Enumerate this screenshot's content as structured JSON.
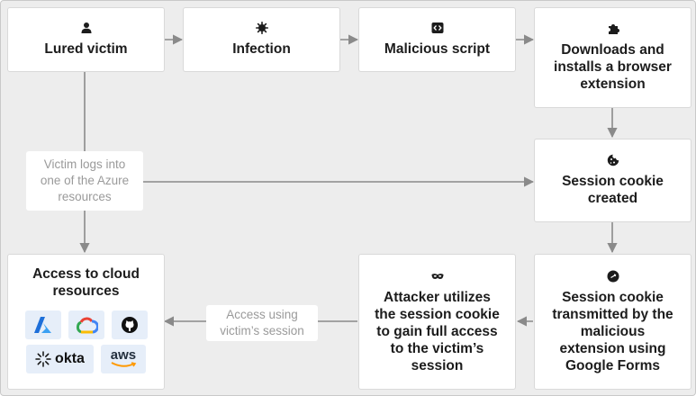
{
  "colors": {
    "background": "#ededed",
    "box": "#ffffff",
    "arrow": "#8a8a8a",
    "note_text": "#9a9a9a"
  },
  "steps": {
    "lured_victim": {
      "label": "Lured victim",
      "icon": "person-icon"
    },
    "infection": {
      "label": "Infection",
      "icon": "virus-icon"
    },
    "malicious_script": {
      "label": "Malicious script",
      "icon": "code-icon"
    },
    "downloads": {
      "label": "Downloads and\ninstalls a browser\nextension",
      "icon": "puzzle-piece-icon"
    },
    "session_cookie": {
      "label": "Session cookie\ncreated",
      "icon": "cookie-icon"
    },
    "transmitted": {
      "label": "Session cookie\ntransmitted by the\nmalicious\nextension using\nGoogle Forms",
      "icon": "transfer-arrows-icon"
    },
    "attacker": {
      "label": "Attacker utilizes\nthe session cookie\nto gain full access\nto the victim’s\nsession",
      "icon": "mask-icon"
    },
    "cloud_access": {
      "label": "Access to cloud\nresources"
    }
  },
  "notes": {
    "azure_login": "Victim logs into\none of the Azure\nresources",
    "access_using": "Access using\nvictim’s session"
  },
  "logos": {
    "azure": "azure-logo-icon",
    "gcp": "google-cloud-logo-icon",
    "github": "github-logo-icon",
    "okta": {
      "icon": "okta-logo-icon",
      "text": "okta"
    },
    "aws": {
      "icon": "aws-logo-icon",
      "text": "aws"
    }
  }
}
